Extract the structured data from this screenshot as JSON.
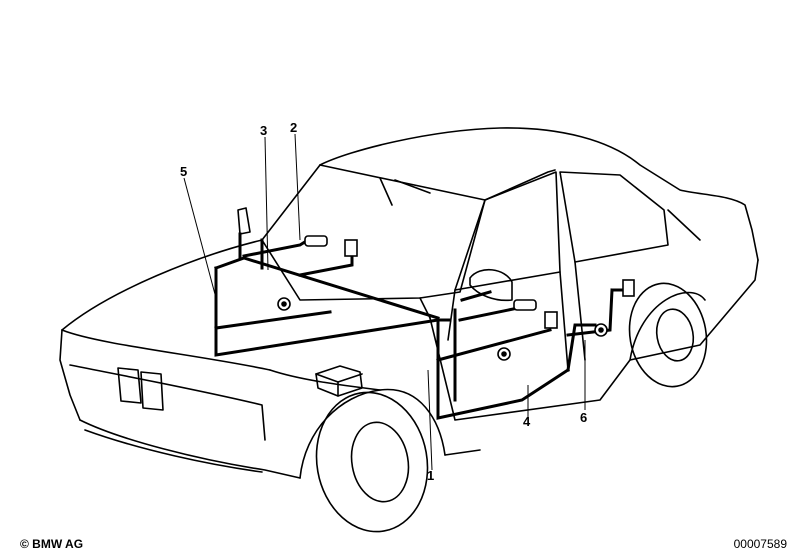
{
  "callouts": [
    "1",
    "2",
    "3",
    "4",
    "5",
    "6"
  ],
  "footer": {
    "copyright": "© BMW AG",
    "diagram_id": "00007589"
  }
}
